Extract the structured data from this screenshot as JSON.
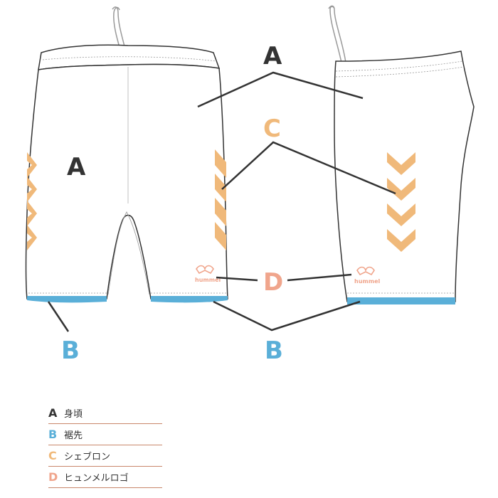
{
  "colors": {
    "outline": "#333333",
    "leader": "#333333",
    "a": "#333333",
    "b": "#5aafd8",
    "c": "#f0b97a",
    "d": "#f0a58c",
    "legend_rule": "#c9866a"
  },
  "callouts": {
    "a_front": "A",
    "a_top": "A",
    "c": "C",
    "d": "D",
    "b_left": "B",
    "b_right": "B"
  },
  "logo": {
    "text": "hummel"
  },
  "legend": [
    {
      "letter": "A",
      "label": "身頃"
    },
    {
      "letter": "B",
      "label": "裾先"
    },
    {
      "letter": "C",
      "label": "シェブロン"
    },
    {
      "letter": "D",
      "label": "ヒュンメルロゴ"
    }
  ]
}
